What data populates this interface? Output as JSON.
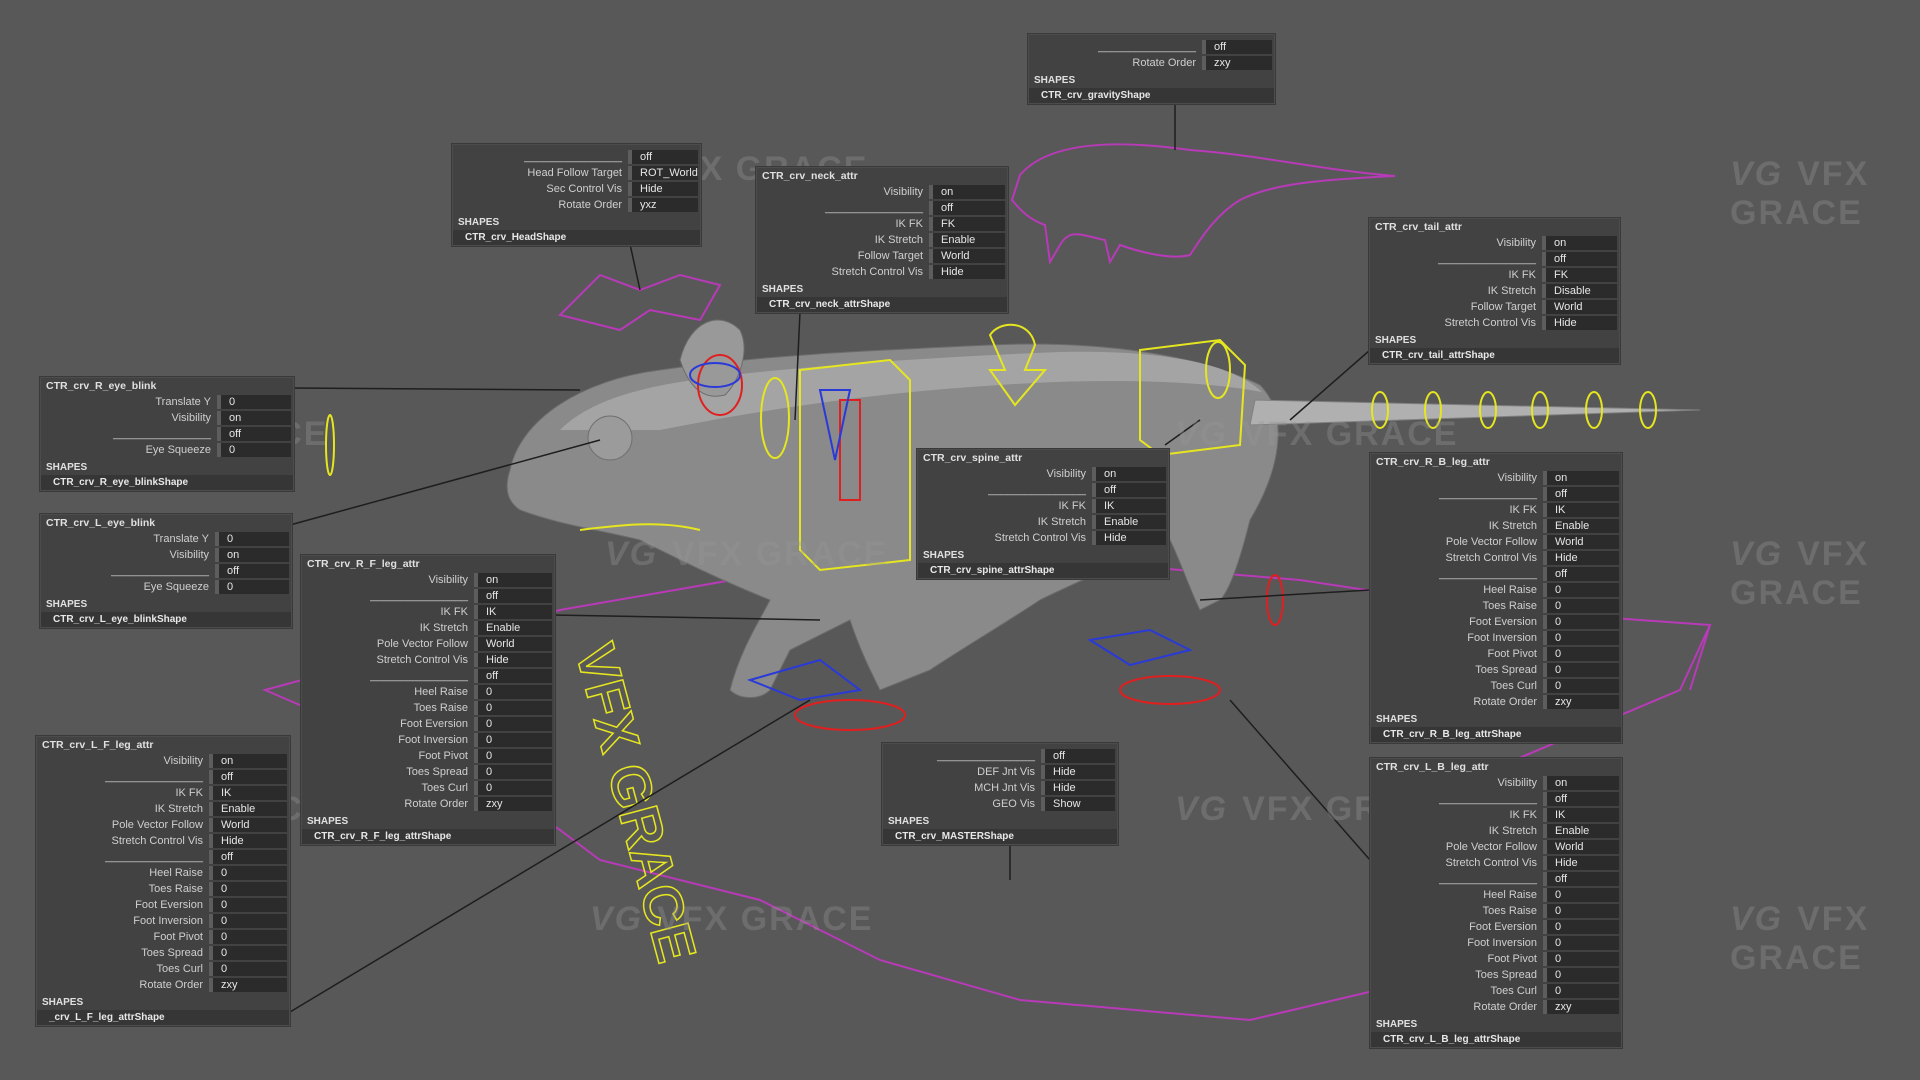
{
  "watermark": {
    "mark": "VG",
    "text": "VFX GRACE"
  },
  "side_text": "VFX GRACE",
  "panels": [
    {
      "id": "head",
      "title": "",
      "rows": [
        {
          "label": "________________",
          "value": "off"
        },
        {
          "label": "Head Follow Target",
          "value": "ROT_World"
        },
        {
          "label": "Sec Control Vis",
          "value": "Hide"
        },
        {
          "label": "Rotate Order",
          "value": "yxz"
        }
      ],
      "shapes_label": "SHAPES",
      "shape": "CTR_crv_HeadShape"
    },
    {
      "id": "neck",
      "title": "CTR_crv_neck_attr",
      "rows": [
        {
          "label": "Visibility",
          "value": "on"
        },
        {
          "label": "________________",
          "value": "off"
        },
        {
          "label": "IK FK",
          "value": "FK"
        },
        {
          "label": "IK Stretch",
          "value": "Enable"
        },
        {
          "label": "Follow Target",
          "value": "World"
        },
        {
          "label": "Stretch Control Vis",
          "value": "Hide"
        }
      ],
      "shapes_label": "SHAPES",
      "shape": "CTR_crv_neck_attrShape"
    },
    {
      "id": "gravity",
      "title": "",
      "rows": [
        {
          "label": "________________",
          "value": "off"
        },
        {
          "label": "Rotate Order",
          "value": "zxy"
        }
      ],
      "shapes_label": "SHAPES",
      "shape": "CTR_crv_gravityShape"
    },
    {
      "id": "tail",
      "title": "CTR_crv_tail_attr",
      "rows": [
        {
          "label": "Visibility",
          "value": "on"
        },
        {
          "label": "________________",
          "value": "off"
        },
        {
          "label": "IK FK",
          "value": "FK"
        },
        {
          "label": "IK Stretch",
          "value": "Disable"
        },
        {
          "label": "Follow Target",
          "value": "World"
        },
        {
          "label": "Stretch Control Vis",
          "value": "Hide"
        }
      ],
      "shapes_label": "SHAPES",
      "shape": "CTR_crv_tail_attrShape"
    },
    {
      "id": "reye",
      "title": "CTR_crv_R_eye_blink",
      "rows": [
        {
          "label": "Translate Y",
          "value": "0"
        },
        {
          "label": "Visibility",
          "value": "on"
        },
        {
          "label": "________________",
          "value": "off"
        },
        {
          "label": "Eye Squeeze",
          "value": "0"
        }
      ],
      "shapes_label": "SHAPES",
      "shape": "CTR_crv_R_eye_blinkShape"
    },
    {
      "id": "leye",
      "title": "CTR_crv_L_eye_blink",
      "rows": [
        {
          "label": "Translate Y",
          "value": "0"
        },
        {
          "label": "Visibility",
          "value": "on"
        },
        {
          "label": "________________",
          "value": "off"
        },
        {
          "label": "Eye Squeeze",
          "value": "0"
        }
      ],
      "shapes_label": "SHAPES",
      "shape": "CTR_crv_L_eye_blinkShape"
    },
    {
      "id": "spine",
      "title": "CTR_crv_spine_attr",
      "rows": [
        {
          "label": "Visibility",
          "value": "on"
        },
        {
          "label": "________________",
          "value": "off"
        },
        {
          "label": "IK FK",
          "value": "IK"
        },
        {
          "label": "IK Stretch",
          "value": "Enable"
        },
        {
          "label": "Stretch Control Vis",
          "value": "Hide"
        }
      ],
      "shapes_label": "SHAPES",
      "shape": "CTR_crv_spine_attrShape"
    },
    {
      "id": "rfleg",
      "title": "CTR_crv_R_F_leg_attr",
      "rows": [
        {
          "label": "Visibility",
          "value": "on"
        },
        {
          "label": "________________",
          "value": "off"
        },
        {
          "label": "IK FK",
          "value": "IK"
        },
        {
          "label": "IK Stretch",
          "value": "Enable"
        },
        {
          "label": "Pole Vector Follow",
          "value": "World"
        },
        {
          "label": "Stretch Control Vis",
          "value": "Hide"
        },
        {
          "label": "________________",
          "value": "off"
        },
        {
          "label": "Heel Raise",
          "value": "0"
        },
        {
          "label": "Toes Raise",
          "value": "0"
        },
        {
          "label": "Foot Eversion",
          "value": "0"
        },
        {
          "label": "Foot Inversion",
          "value": "0"
        },
        {
          "label": "Foot Pivot",
          "value": "0"
        },
        {
          "label": "Toes Spread",
          "value": "0"
        },
        {
          "label": "Toes Curl",
          "value": "0"
        },
        {
          "label": "Rotate Order",
          "value": "zxy"
        }
      ],
      "shapes_label": "SHAPES",
      "shape": "CTR_crv_R_F_leg_attrShape"
    },
    {
      "id": "lfleg",
      "title": "CTR_crv_L_F_leg_attr",
      "rows": [
        {
          "label": "Visibility",
          "value": "on"
        },
        {
          "label": "________________",
          "value": "off"
        },
        {
          "label": "IK FK",
          "value": "IK"
        },
        {
          "label": "IK Stretch",
          "value": "Enable"
        },
        {
          "label": "Pole Vector Follow",
          "value": "World"
        },
        {
          "label": "Stretch Control Vis",
          "value": "Hide"
        },
        {
          "label": "________________",
          "value": "off"
        },
        {
          "label": "Heel Raise",
          "value": "0"
        },
        {
          "label": "Toes Raise",
          "value": "0"
        },
        {
          "label": "Foot Eversion",
          "value": "0"
        },
        {
          "label": "Foot Inversion",
          "value": "0"
        },
        {
          "label": "Foot Pivot",
          "value": "0"
        },
        {
          "label": "Toes Spread",
          "value": "0"
        },
        {
          "label": "Toes Curl",
          "value": "0"
        },
        {
          "label": "Rotate Order",
          "value": "zxy"
        }
      ],
      "shapes_label": "SHAPES",
      "shape": "_crv_L_F_leg_attrShape"
    },
    {
      "id": "master",
      "title": "",
      "rows": [
        {
          "label": "________________",
          "value": "off"
        },
        {
          "label": "DEF Jnt Vis",
          "value": "Hide"
        },
        {
          "label": "MCH Jnt Vis",
          "value": "Hide"
        },
        {
          "label": "GEO Vis",
          "value": "Show"
        }
      ],
      "shapes_label": "SHAPES",
      "shape": "CTR_crv_MASTERShape"
    },
    {
      "id": "rbleg",
      "title": "CTR_crv_R_B_leg_attr",
      "rows": [
        {
          "label": "Visibility",
          "value": "on"
        },
        {
          "label": "________________",
          "value": "off"
        },
        {
          "label": "IK FK",
          "value": "IK"
        },
        {
          "label": "IK Stretch",
          "value": "Enable"
        },
        {
          "label": "Pole Vector Follow",
          "value": "World"
        },
        {
          "label": "Stretch Control Vis",
          "value": "Hide"
        },
        {
          "label": "________________",
          "value": "off"
        },
        {
          "label": "Heel Raise",
          "value": "0"
        },
        {
          "label": "Toes Raise",
          "value": "0"
        },
        {
          "label": "Foot Eversion",
          "value": "0"
        },
        {
          "label": "Foot Inversion",
          "value": "0"
        },
        {
          "label": "Foot Pivot",
          "value": "0"
        },
        {
          "label": "Toes Spread",
          "value": "0"
        },
        {
          "label": "Toes Curl",
          "value": "0"
        },
        {
          "label": "Rotate Order",
          "value": "zxy"
        }
      ],
      "shapes_label": "SHAPES",
      "shape": "CTR_crv_R_B_leg_attrShape"
    },
    {
      "id": "lbleg",
      "title": "CTR_crv_L_B_leg_attr",
      "rows": [
        {
          "label": "Visibility",
          "value": "on"
        },
        {
          "label": "________________",
          "value": "off"
        },
        {
          "label": "IK FK",
          "value": "IK"
        },
        {
          "label": "IK Stretch",
          "value": "Enable"
        },
        {
          "label": "Pole Vector Follow",
          "value": "World"
        },
        {
          "label": "Stretch Control Vis",
          "value": "Hide"
        },
        {
          "label": "________________",
          "value": "off"
        },
        {
          "label": "Heel Raise",
          "value": "0"
        },
        {
          "label": "Toes Raise",
          "value": "0"
        },
        {
          "label": "Foot Eversion",
          "value": "0"
        },
        {
          "label": "Foot Inversion",
          "value": "0"
        },
        {
          "label": "Foot Pivot",
          "value": "0"
        },
        {
          "label": "Toes Spread",
          "value": "0"
        },
        {
          "label": "Toes Curl",
          "value": "0"
        },
        {
          "label": "Rotate Order",
          "value": "zxy"
        }
      ],
      "shapes_label": "SHAPES",
      "shape": "CTR_crv_L_B_leg_attrShape"
    }
  ]
}
